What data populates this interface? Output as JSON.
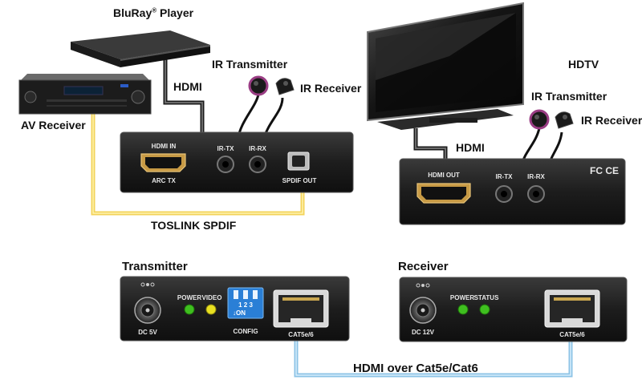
{
  "labels": {
    "bluray_player": "BluRay",
    "bluray_player_reg": "®",
    "bluray_player_suffix": " Player",
    "av_receiver": "AV Receiver",
    "hdtv": "HDTV",
    "hdmi_left": "HDMI",
    "hdmi_right": "HDMI",
    "ir_transmitter_left": "IR Transmitter",
    "ir_receiver_left": "IR Receiver",
    "ir_transmitter_right": "IR Transmitter",
    "ir_receiver_right": "IR Receiver",
    "toslink": "TOSLINK SPDIF",
    "transmitter": "Transmitter",
    "receiver": "Receiver",
    "hdmi_over_cat": "HDMI over Cat5e/Cat6"
  },
  "tx_front_panel": {
    "hdmi_in": "HDMI IN",
    "arc_tx": "ARC TX",
    "ir_tx": "IR-TX",
    "ir_rx": "IR-RX",
    "spdif_out": "SPDIF OUT"
  },
  "rx_front_panel": {
    "hdmi_out": "HDMI OUT",
    "ir_tx": "IR-TX",
    "ir_rx": "IR-RX",
    "certification": "FC CE"
  },
  "tx_back_panel": {
    "dc": "DC 5V",
    "power": "POWER",
    "video": "VIDEO",
    "dip_numbers": "1 2 3",
    "dip_on": "ON",
    "config": "CONFIG",
    "cat": "CAT5e/6"
  },
  "rx_back_panel": {
    "dc": "DC 12V",
    "power": "POWER",
    "status": "STATUS",
    "cat": "CAT5e/6"
  },
  "colors": {
    "cable_gray": "#555555",
    "toslink_yellow": "#f3d35a",
    "cat_blue": "#8cc3e6",
    "led_green": "#3fbf1f",
    "led_yellow": "#e8e020",
    "dip_blue": "#2a7fd6",
    "panel_dark": "#1e1e1e"
  },
  "icons": [
    "dc-power-jack-icon",
    "rj45-port-icon",
    "hdmi-port-icon",
    "optical-port-icon",
    "ir-eye-icon",
    "dip-switch-icon"
  ]
}
